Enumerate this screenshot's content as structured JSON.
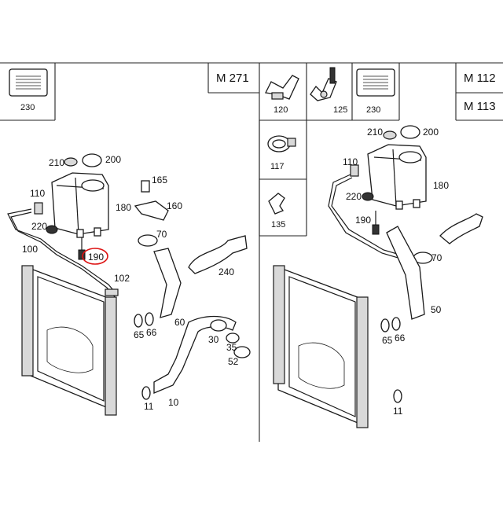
{
  "model_codes": [
    "M 271",
    "M 112",
    "M 113"
  ],
  "reference_boxes": [
    {
      "number": "230"
    },
    {
      "number": "120"
    },
    {
      "number": "125"
    },
    {
      "number": "230"
    },
    {
      "number": "117"
    },
    {
      "number": "135"
    }
  ],
  "highlighted_part": "190",
  "left_callouts": [
    "210",
    "200",
    "110",
    "165",
    "180",
    "160",
    "220",
    "70",
    "100",
    "190",
    "240",
    "102",
    "65",
    "66",
    "60",
    "30",
    "35",
    "52",
    "11",
    "10"
  ],
  "right_callouts": [
    "210",
    "200",
    "110",
    "180",
    "220",
    "190",
    "70",
    "50",
    "65",
    "66",
    "11"
  ]
}
